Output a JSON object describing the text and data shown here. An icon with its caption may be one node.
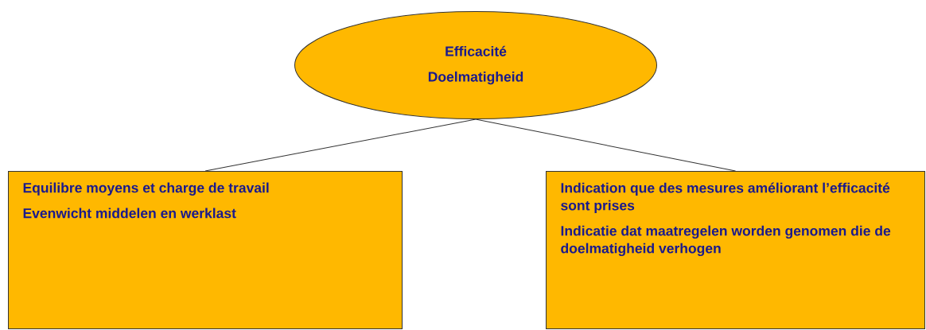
{
  "diagram": {
    "nodes": [
      {
        "text": [
          "Efficacité",
          "Doelmatigheid"
        ]
      },
      {
        "text": [
          "Equilibre moyens et charge de travail",
          "Evenwicht middelen en werklast"
        ]
      },
      {
        "text": [
          "Indication que des mesures améliorant l’efficacité sont prises",
          "Indicatie dat maatregelen worden genomen die de doelmatigheid verhogen"
        ]
      }
    ],
    "edges": [
      {
        "from": 0,
        "to": 1,
        "arrow": "none"
      },
      {
        "from": 0,
        "to": 2,
        "arrow": "none"
      }
    ]
  }
}
